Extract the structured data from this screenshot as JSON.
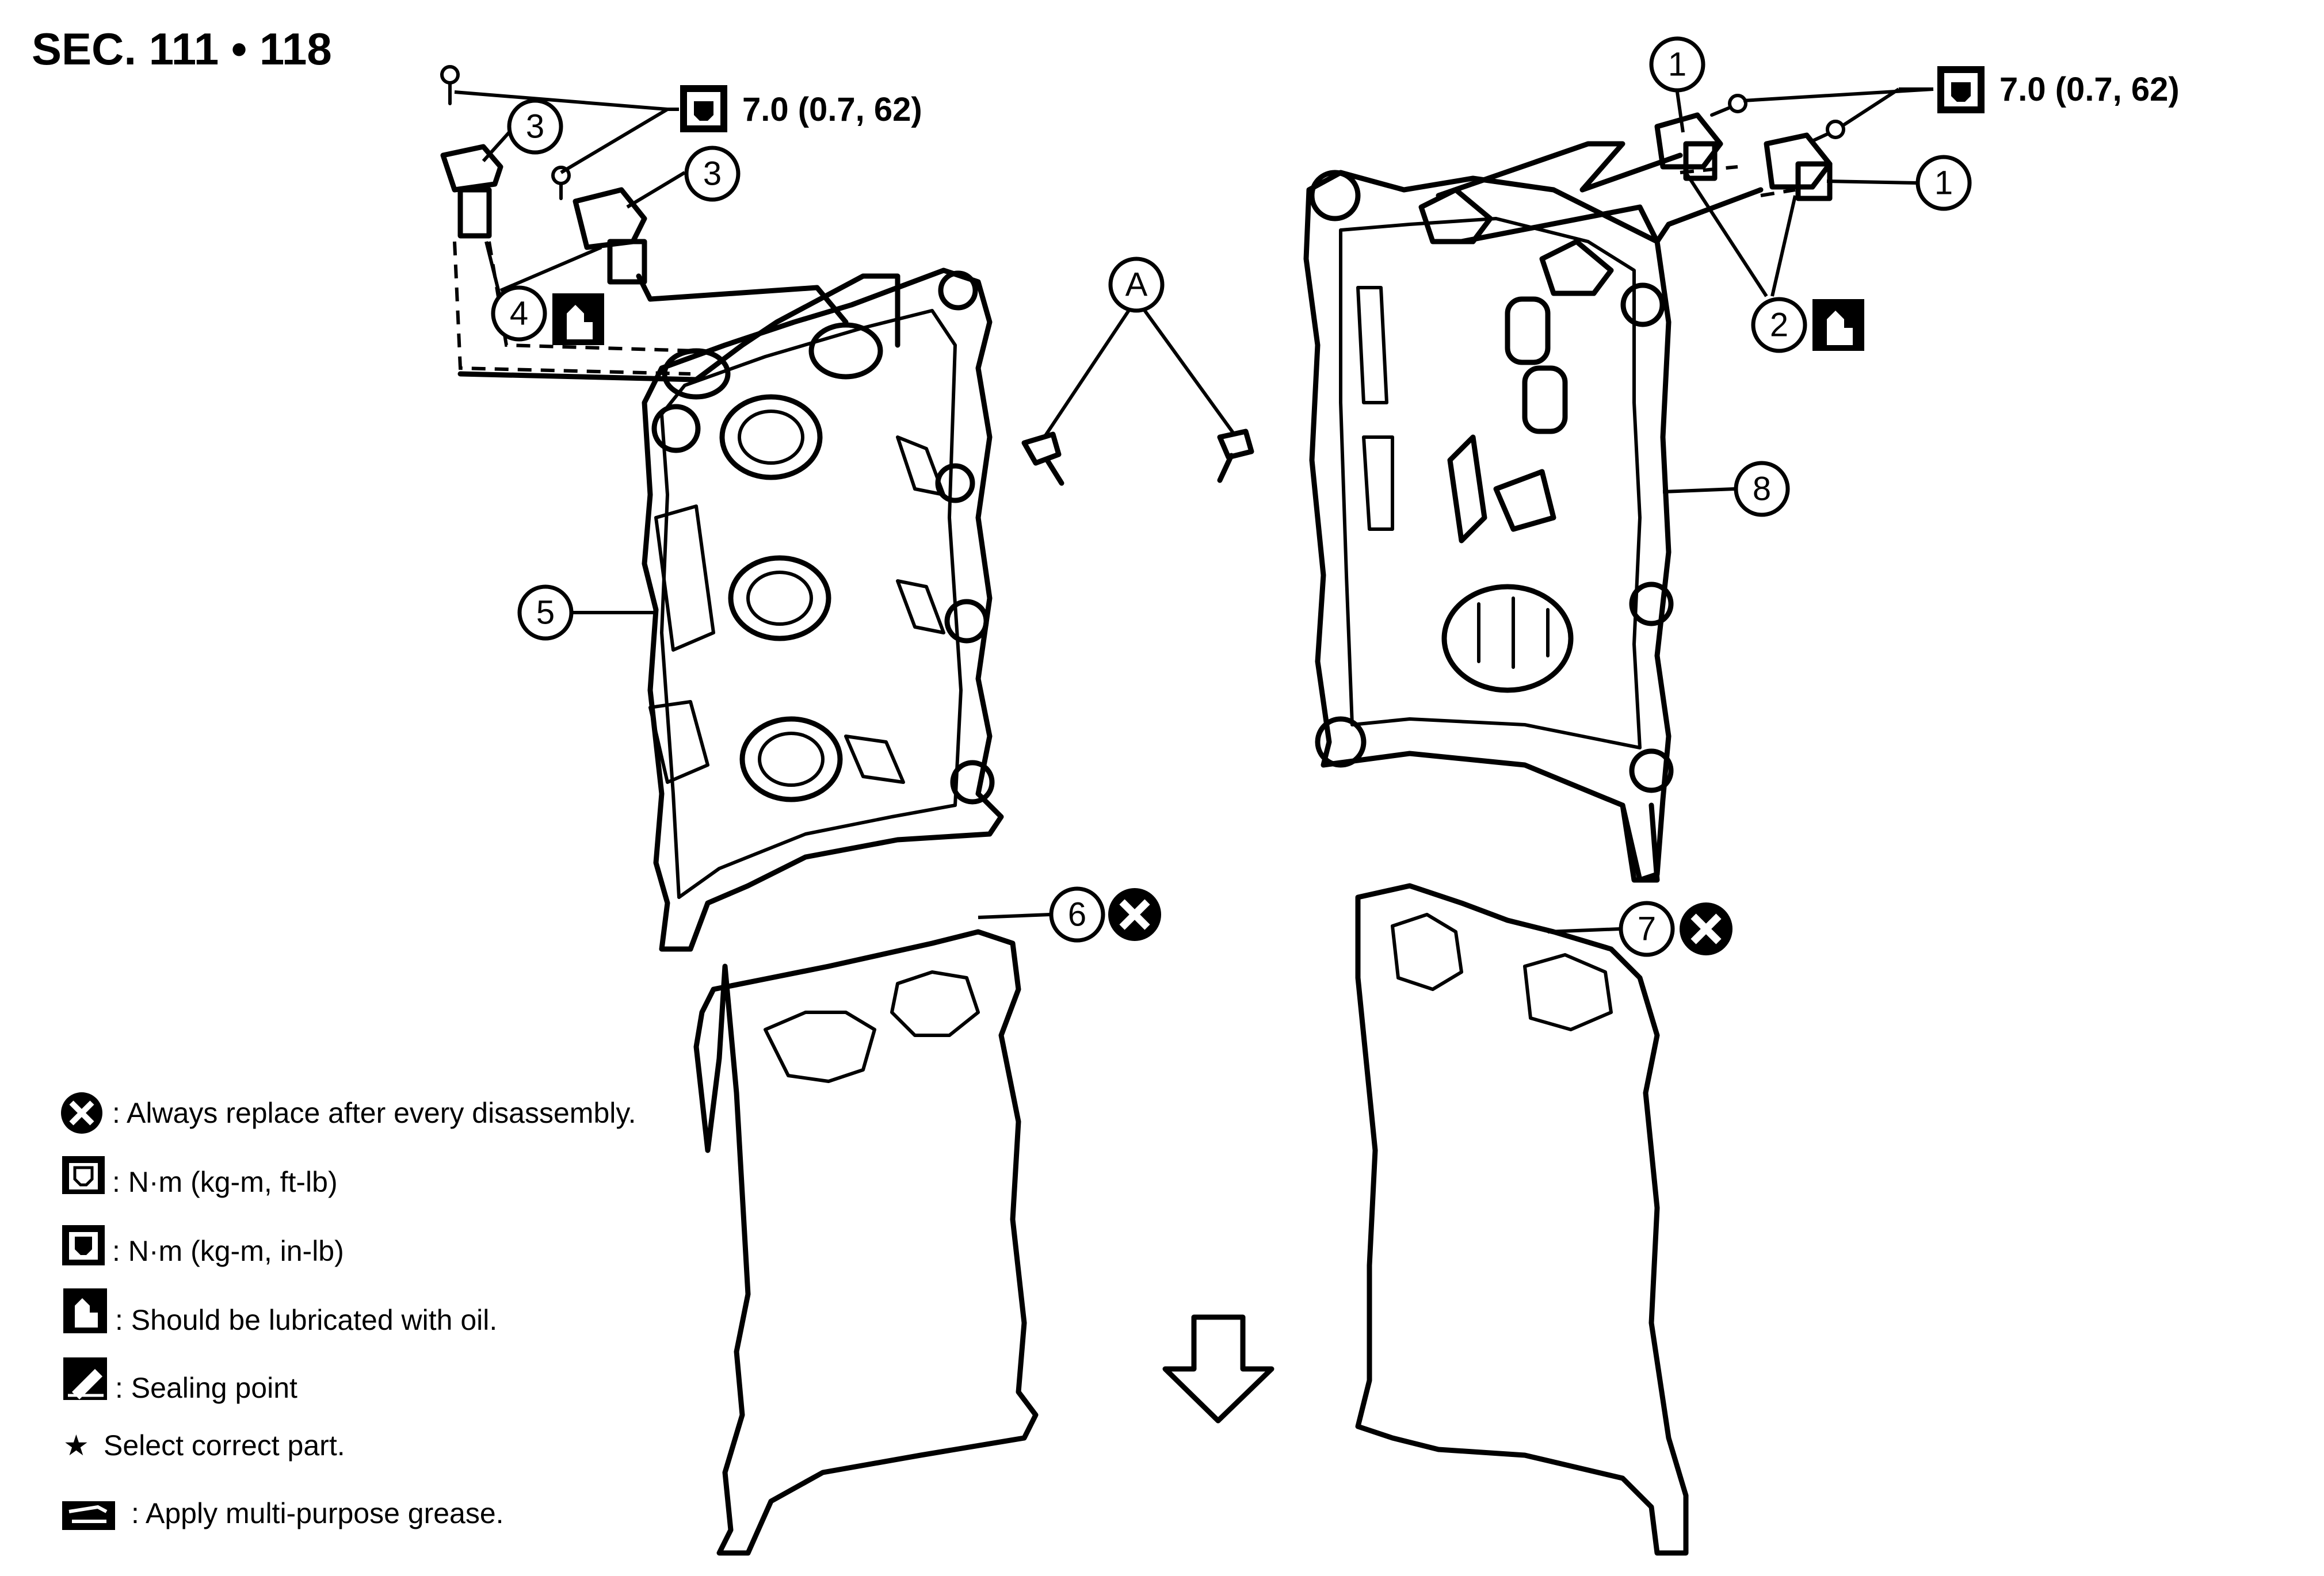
{
  "section_label": "SEC. 111 • 118",
  "torque_left": "7.0 (0.7, 62)",
  "torque_right": "7.0 (0.7, 62)",
  "callouts": {
    "c1a": "1",
    "c1b": "1",
    "c2": "2",
    "c3a": "3",
    "c3b": "3",
    "c4": "4",
    "c5": "5",
    "c6": "6",
    "c7": "7",
    "c8": "8",
    "cA": "A"
  },
  "legend": [
    {
      "icon": "replace-x-icon",
      "text": ": Always replace after every disassembly."
    },
    {
      "icon": "torque-ftlb-icon",
      "text": ": N·m (kg-m, ft-lb)"
    },
    {
      "icon": "torque-inlb-icon",
      "text": ": N·m (kg-m, in-lb)"
    },
    {
      "icon": "oil-can-icon",
      "text": ": Should be lubricated with oil."
    },
    {
      "icon": "sealing-point-icon",
      "text": ": Sealing point"
    },
    {
      "icon": "star-icon",
      "text": "Select correct part."
    },
    {
      "icon": "grease-icon",
      "text": ": Apply multi-purpose grease."
    }
  ],
  "star_glyph": "★",
  "front_arrow_icon": "front-arrow-icon"
}
